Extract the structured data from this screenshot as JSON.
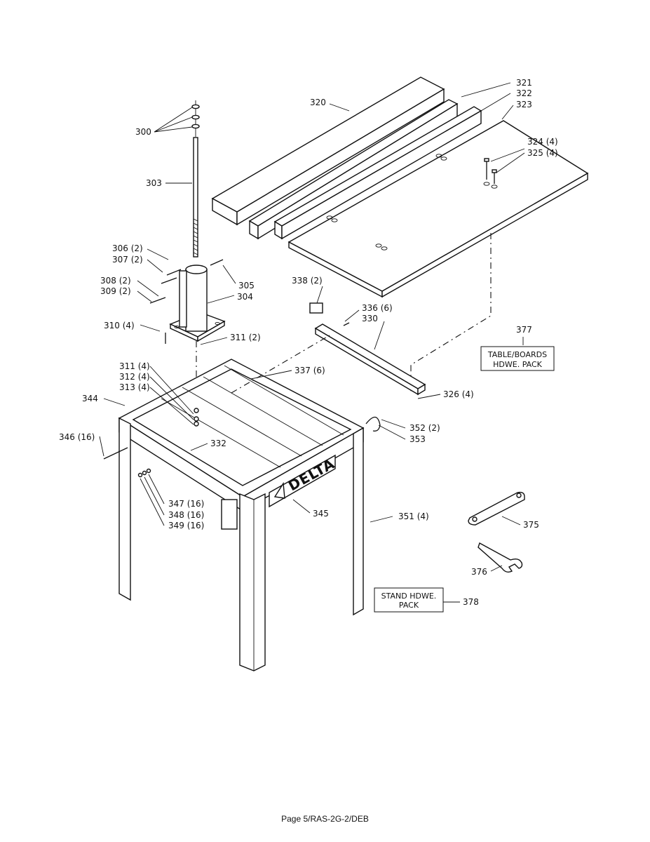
{
  "labels": {
    "p300": "300",
    "p303": "303",
    "p306": "306 (2)",
    "p307": "307 (2)",
    "p308": "308 (2)",
    "p309": "309 (2)",
    "p305": "305",
    "p304": "304",
    "p310": "310 (4)",
    "p311a": "311 (2)",
    "p311b": "311 (4)",
    "p312": "312 (4)",
    "p313": "313 (4)",
    "p344": "344",
    "p346": "346 (16)",
    "p332": "332",
    "p347": "347 (16)",
    "p348": "348 (16)",
    "p349": "349 (16)",
    "p345": "345",
    "p320": "320",
    "p321": "321",
    "p322": "322",
    "p323": "323",
    "p324": "324 (4)",
    "p325": "325 (4)",
    "p338": "338 (2)",
    "p336": "336 (6)",
    "p330": "330",
    "p337": "337 (6)",
    "p326": "326 (4)",
    "p377": "377",
    "p352": "352 (2)",
    "p353": "353",
    "p351": "351 (4)",
    "p375": "375",
    "p376": "376",
    "p378": "378"
  },
  "boxes": {
    "table_pack_line1": "TABLE/BOARDS",
    "table_pack_line2": "HDWE. PACK",
    "stand_pack_line1": "STAND HDWE.",
    "stand_pack_line2": "PACK"
  },
  "brand": "DELTA",
  "footer": "Page 5/RAS-2G-2/DEB"
}
